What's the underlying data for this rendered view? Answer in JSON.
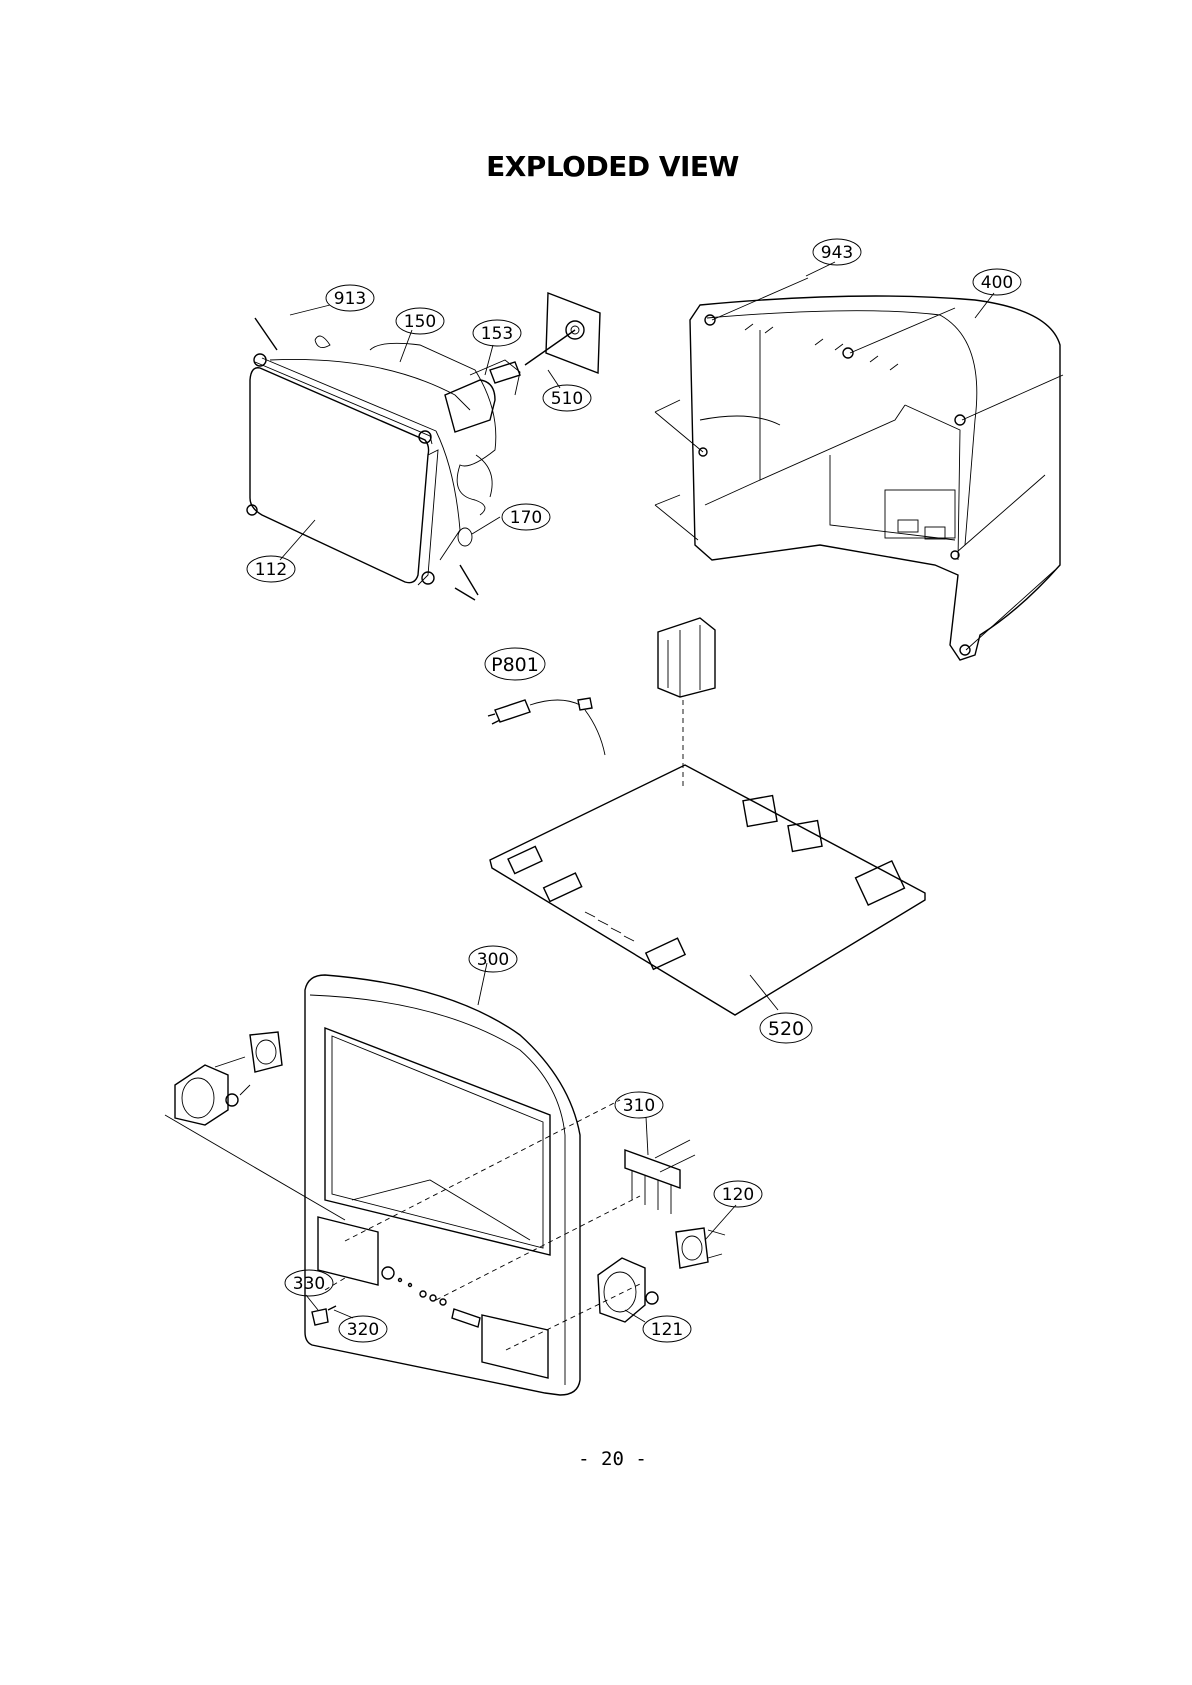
{
  "page": {
    "title": "EXPLODED VIEW",
    "page_number": "- 20 -"
  },
  "callouts": {
    "c913": "913",
    "c150": "150",
    "c153": "153",
    "c510": "510",
    "c943": "943",
    "c400": "400",
    "c170": "170",
    "c112": "112",
    "cP801": "P801",
    "c300": "300",
    "c520": "520",
    "c310": "310",
    "c120": "120",
    "c330": "330",
    "c320": "320",
    "c121": "121"
  }
}
